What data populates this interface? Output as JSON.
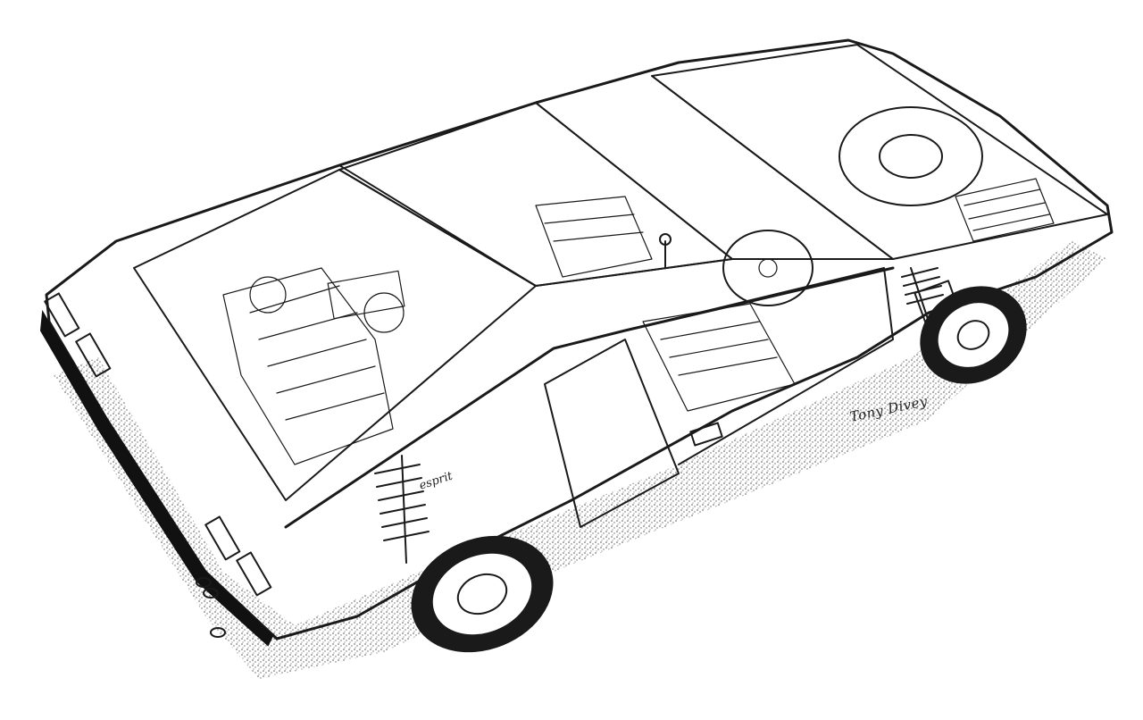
{
  "illustration": {
    "subject": "car-cutaway",
    "signature": "Tony Divey",
    "badge": "esprit",
    "colors": {
      "ink": "#1a1a1a",
      "paper": "#ffffff",
      "shadow": "#8a8a8a"
    }
  }
}
